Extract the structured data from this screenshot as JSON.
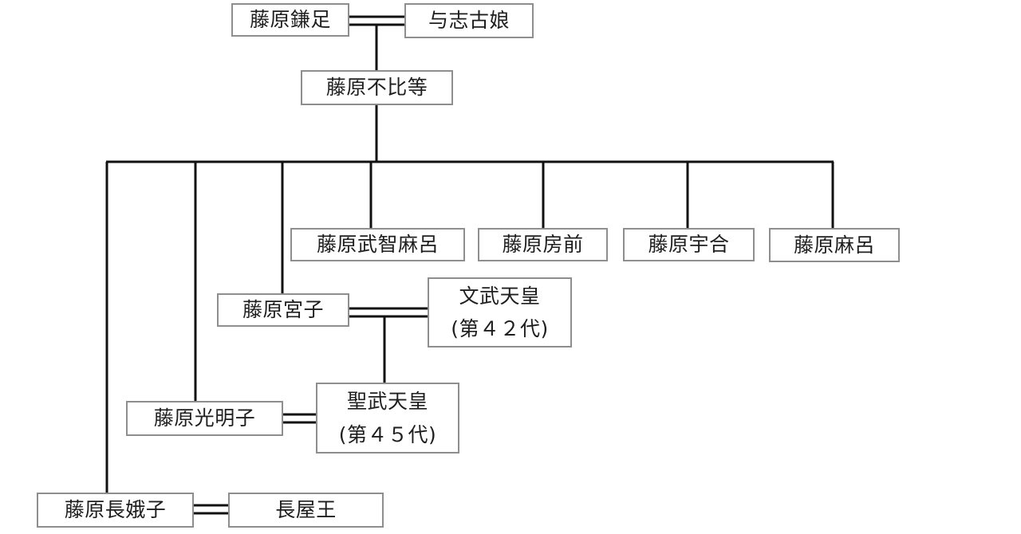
{
  "diagram": {
    "type": "family-tree",
    "people": {
      "kamatari": "藤原鎌足",
      "yoshiko": "与志古娘",
      "fuhito": "藤原不比等",
      "muchimaro": "藤原武智麻呂",
      "fusasaki": "藤原房前",
      "umakai": "藤原宇合",
      "maro": "藤原麻呂",
      "miyako": "藤原宮子",
      "monmu_name": "文武天皇",
      "monmu_reign": "(第４２代)",
      "komyoshi": "藤原光明子",
      "shomu_name": "聖武天皇",
      "shomu_reign": "(第４５代)",
      "nagako": "藤原長娥子",
      "nagaya": "長屋王"
    },
    "marriages": [
      [
        "藤原鎌足",
        "与志古娘"
      ],
      [
        "藤原宮子",
        "文武天皇"
      ],
      [
        "藤原光明子",
        "聖武天皇"
      ],
      [
        "藤原長娥子",
        "長屋王"
      ]
    ],
    "children": {
      "藤原鎌足+与志古娘": [
        "藤原不比等"
      ],
      "藤原不比等": [
        "藤原長娥子",
        "藤原光明子",
        "藤原宮子",
        "藤原武智麻呂",
        "藤原房前",
        "藤原宇合",
        "藤原麻呂"
      ],
      "藤原宮子+文武天皇": [
        "聖武天皇"
      ]
    }
  }
}
